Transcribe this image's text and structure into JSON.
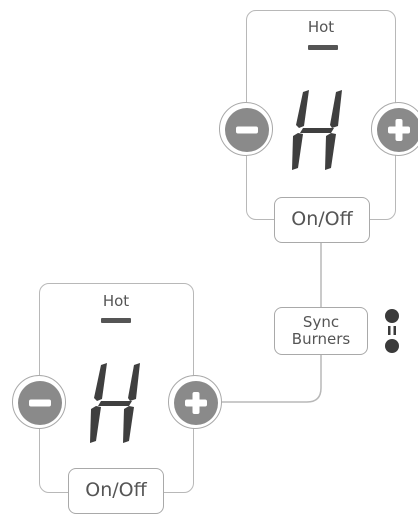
{
  "burners": [
    {
      "id": "upper",
      "status_label": "Hot",
      "digit": "H",
      "minus_icon": "minus-icon",
      "plus_icon": "plus-icon",
      "onoff_label": "On/Off"
    },
    {
      "id": "lower",
      "status_label": "Hot",
      "digit": "H",
      "minus_icon": "minus-icon",
      "plus_icon": "plus-icon",
      "onoff_label": "On/Off"
    }
  ],
  "sync": {
    "line1": "Sync",
    "line2": "Burners",
    "indicator_icon": "sync-indicator-icon"
  },
  "colors": {
    "segment": "#3f3f3f",
    "icon_fill": "#8a8a8a",
    "border": "#b8b8b8",
    "text": "#555555"
  }
}
